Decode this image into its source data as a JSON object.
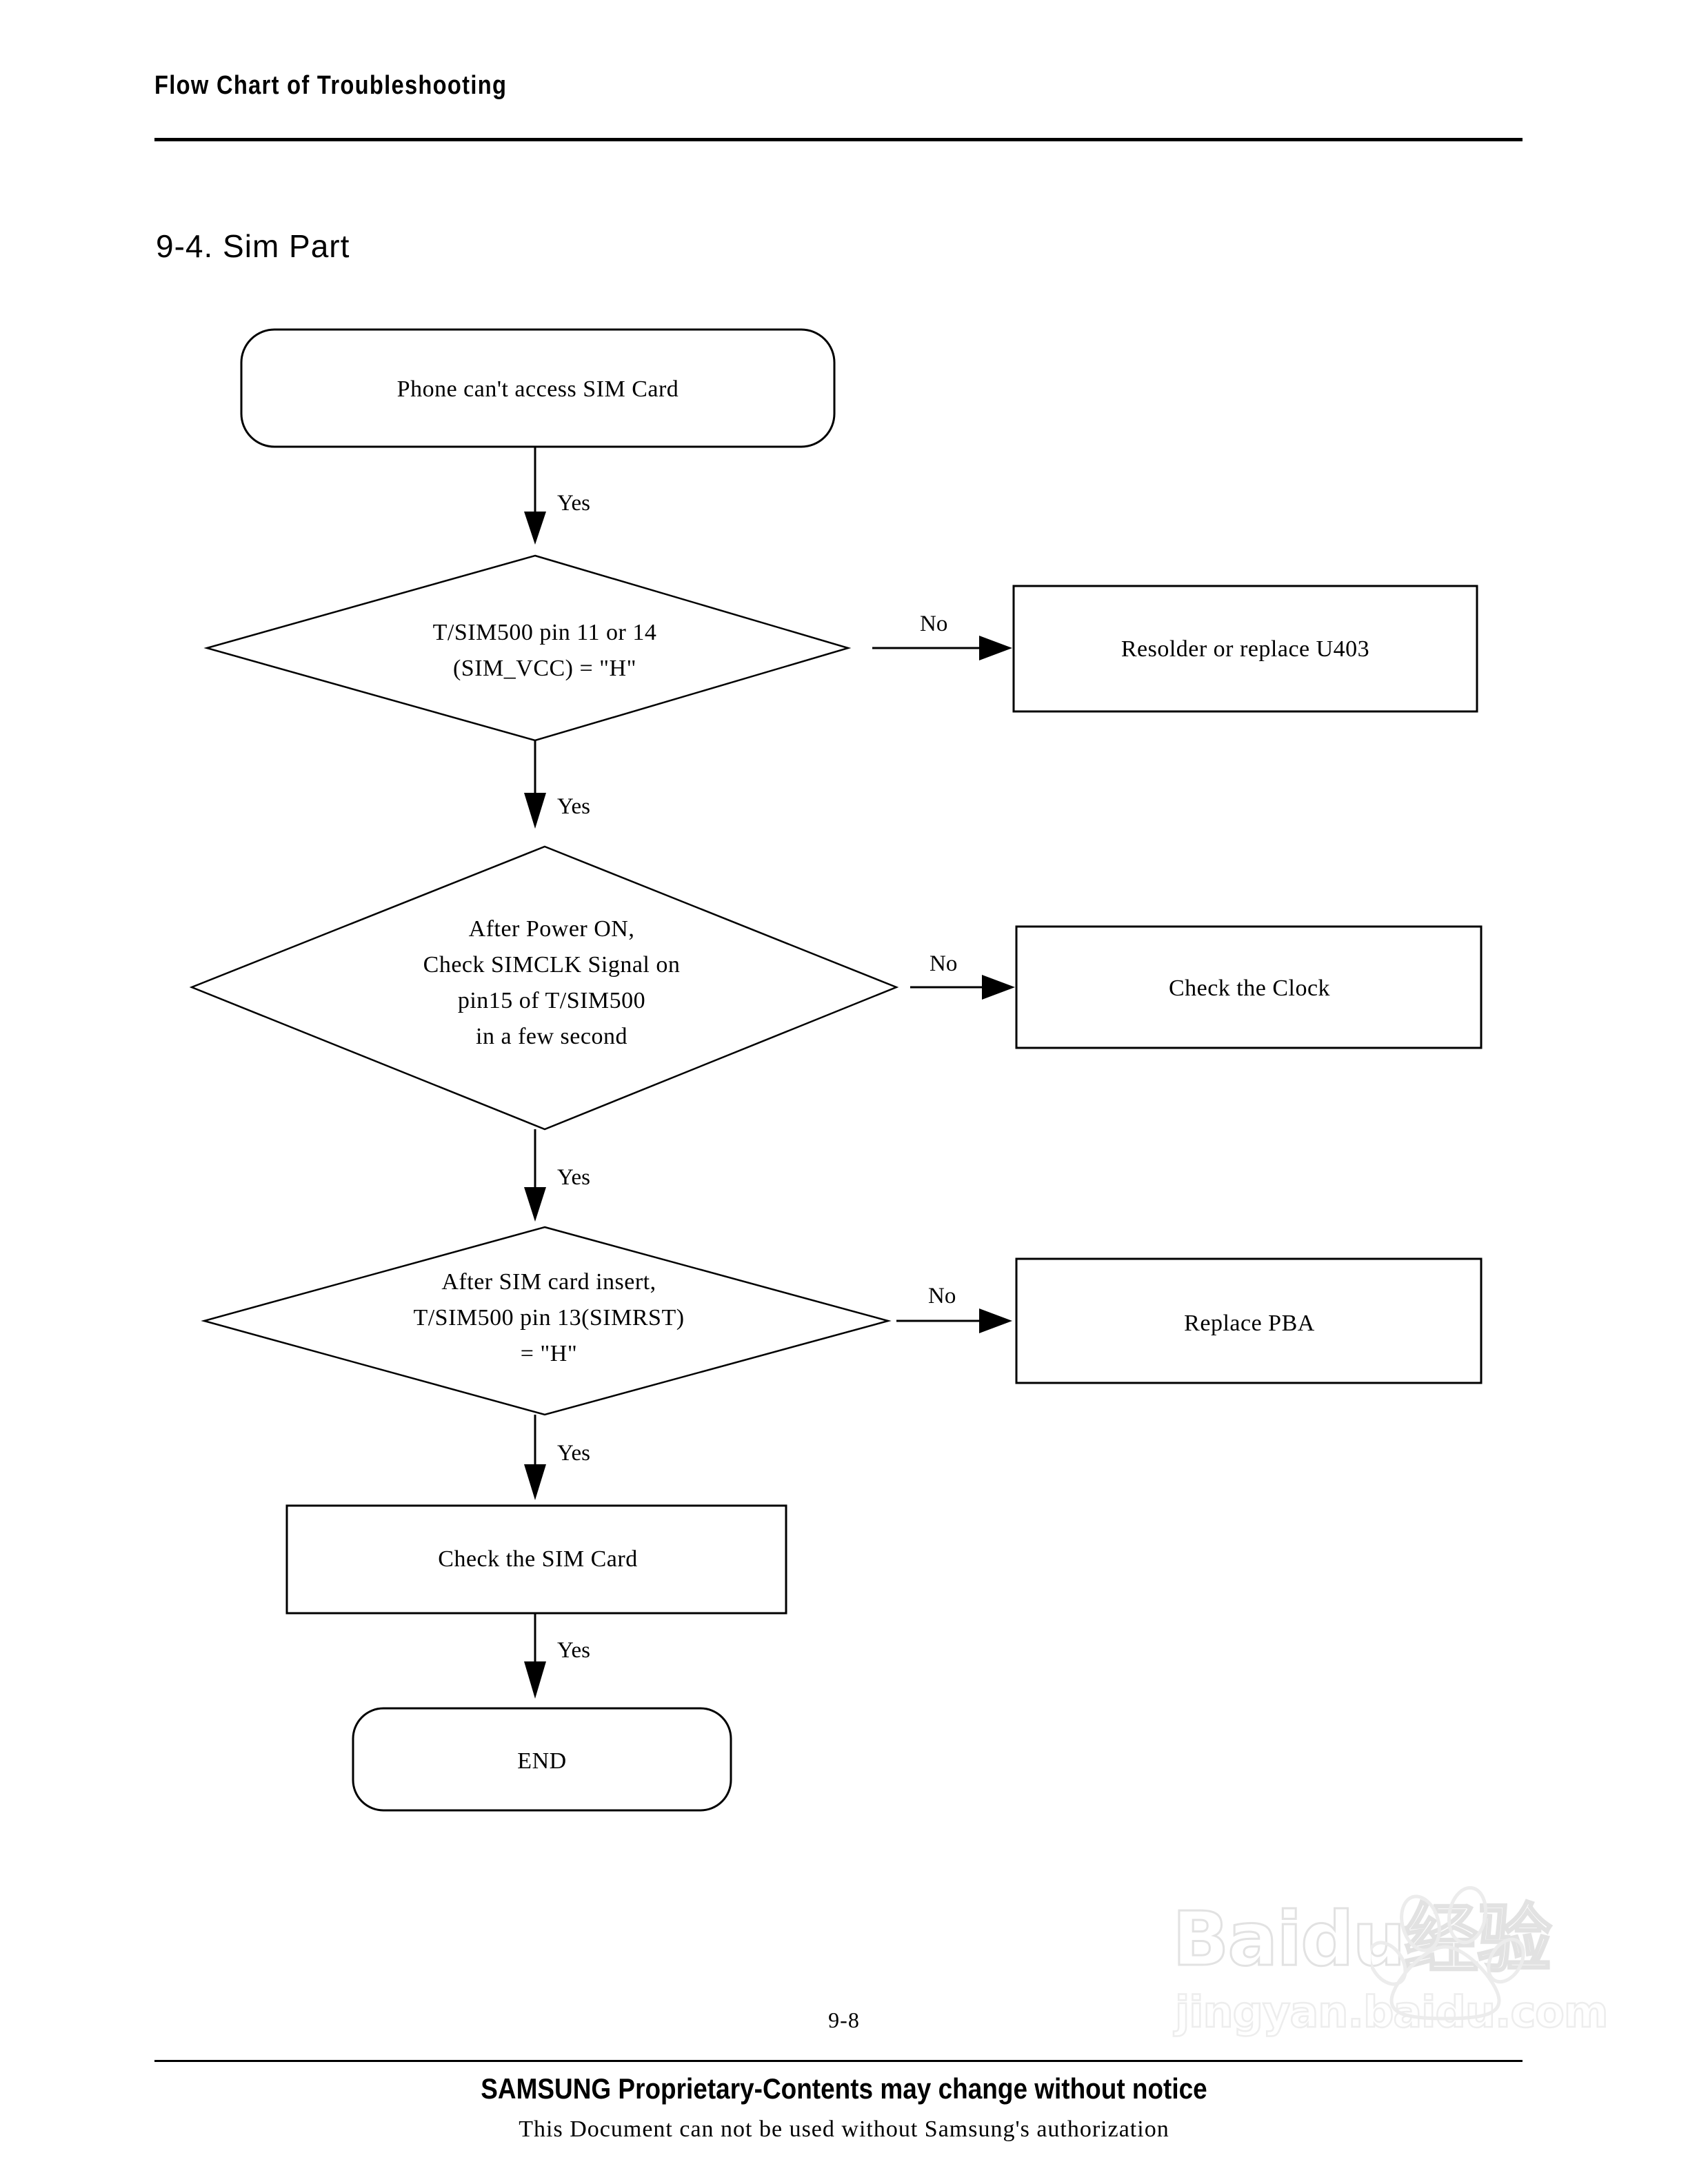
{
  "header": {
    "title": "Flow Chart of Troubleshooting"
  },
  "section": {
    "title": "9-4.  Sim  Part"
  },
  "flowchart": {
    "nodes": [
      {
        "id": "start",
        "shape": "rounded-rect",
        "lines": [
          "Phone can't access SIM Card"
        ]
      },
      {
        "id": "decision-sim-vcc",
        "shape": "diamond",
        "lines": [
          "T/SIM500 pin 11 or 14",
          "(SIM_VCC) = \"H\""
        ]
      },
      {
        "id": "action-resolder-u403",
        "shape": "rect",
        "lines": [
          "Resolder or replace U403"
        ]
      },
      {
        "id": "decision-simclk",
        "shape": "diamond",
        "lines": [
          "After Power ON,",
          "Check SIMCLK Signal on",
          "pin15 of T/SIM500",
          "in a few second"
        ]
      },
      {
        "id": "action-check-clock",
        "shape": "rect",
        "lines": [
          "Check the Clock"
        ]
      },
      {
        "id": "decision-simrst",
        "shape": "diamond",
        "lines": [
          "After SIM card insert,",
          "T/SIM500 pin 13(SIMRST)",
          "= \"H\""
        ]
      },
      {
        "id": "action-replace-pba",
        "shape": "rect",
        "lines": [
          "Replace PBA"
        ]
      },
      {
        "id": "action-check-sim-card",
        "shape": "rect",
        "lines": [
          "Check the SIM Card"
        ]
      },
      {
        "id": "end",
        "shape": "rounded-rect",
        "lines": [
          "END"
        ]
      }
    ],
    "edges": [
      {
        "id": "start-to-d1",
        "from": "start",
        "to": "decision-sim-vcc",
        "label": "Yes",
        "direction": "down"
      },
      {
        "id": "d1-no",
        "from": "decision-sim-vcc",
        "to": "action-resolder-u403",
        "label": "No",
        "direction": "right"
      },
      {
        "id": "d1-to-d2",
        "from": "decision-sim-vcc",
        "to": "decision-simclk",
        "label": "Yes",
        "direction": "down"
      },
      {
        "id": "d2-no",
        "from": "decision-simclk",
        "to": "action-check-clock",
        "label": "No",
        "direction": "right"
      },
      {
        "id": "d2-to-d3",
        "from": "decision-simclk",
        "to": "decision-simrst",
        "label": "Yes",
        "direction": "down"
      },
      {
        "id": "d3-no",
        "from": "decision-simrst",
        "to": "action-replace-pba",
        "label": "No",
        "direction": "right"
      },
      {
        "id": "d3-to-check",
        "from": "decision-simrst",
        "to": "action-check-sim-card",
        "label": "Yes",
        "direction": "down"
      },
      {
        "id": "check-to-end",
        "from": "action-check-sim-card",
        "to": "end",
        "label": "Yes",
        "direction": "down"
      }
    ]
  },
  "watermark": {
    "logo_text": "Baidu",
    "logo_cn": "经验",
    "url": "jingyan.baidu.com"
  },
  "footer": {
    "page_number": "9-8",
    "notice": "SAMSUNG Proprietary-Contents may change without notice",
    "authorization": "This Document can not be used without Samsung's authorization"
  },
  "colors": {
    "ink": "#000000",
    "paper": "#ffffff",
    "watermark": "#e6e6e6"
  }
}
